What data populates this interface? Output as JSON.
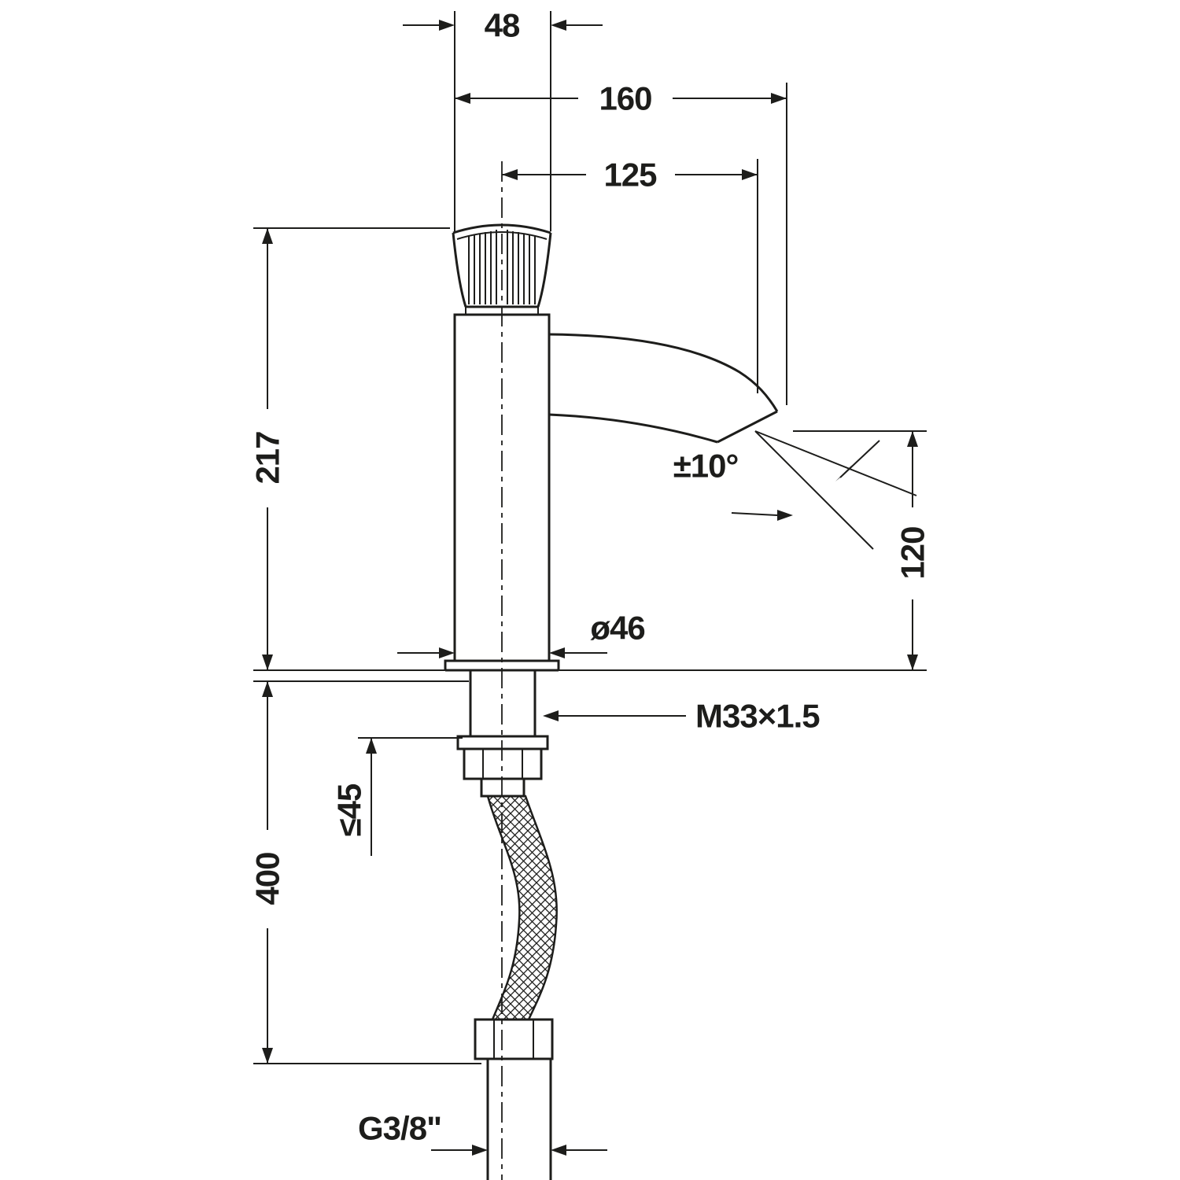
{
  "drawing": {
    "colors": {
      "line": "#1d1d1b",
      "background": "#ffffff"
    },
    "labels": {
      "top_width": "48",
      "reach_overall": "160",
      "reach_spout": "125",
      "height_body": "217",
      "swivel_angle": "±10°",
      "height_spout": "120",
      "body_diameter": "ø46",
      "mounting_thread": "M33×1.5",
      "max_mounting_depth": "≤45",
      "hose_length": "400",
      "supply_thread": "G3/8\""
    }
  }
}
